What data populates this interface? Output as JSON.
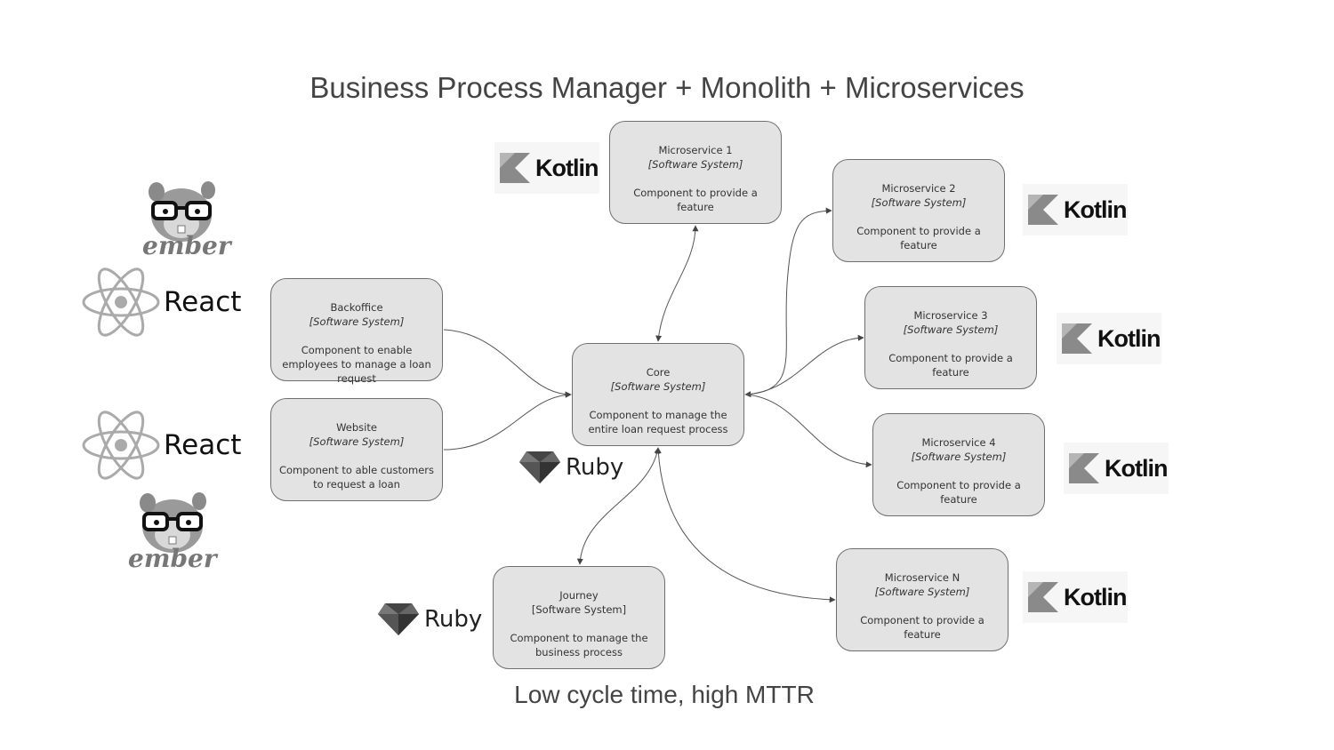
{
  "title": "Business Process Manager + Monolith + Microservices",
  "subtitle": "Low cycle time, high MTTR",
  "nodes": {
    "microservice1": {
      "name": "Microservice 1",
      "kind": "[Software System]",
      "desc": "Component to provide a feature"
    },
    "microservice2": {
      "name": "Microservice 2",
      "kind": "[Software System]",
      "desc": "Component to provide a feature"
    },
    "microservice3": {
      "name": "Microservice 3",
      "kind": "[Software System]",
      "desc": "Component to provide a feature"
    },
    "microservice4": {
      "name": "Microservice 4",
      "kind": "[Software System]",
      "desc": "Component to provide a feature"
    },
    "microserviceN": {
      "name": "Microservice N",
      "kind": "[Software System]",
      "desc": "Component to provide a feature"
    },
    "backoffice": {
      "name": "Backoffice",
      "kind": "[Software System]",
      "desc": "Component to enable employees to manage a loan request"
    },
    "website": {
      "name": "Website",
      "kind": "[Software System]",
      "desc": "Component to able customers to request a loan"
    },
    "core": {
      "name": "Core",
      "kind": "[Software System]",
      "desc": "Component to manage the entire loan request process"
    },
    "journey": {
      "name": "Journey",
      "kind": "[Software System]",
      "desc": "Component to manage the business process"
    }
  },
  "logos": {
    "kotlin": "Kotlin",
    "react": "React",
    "ruby": "Ruby",
    "ember": "ember"
  },
  "colors": {
    "box_fill": "#e3e3e3",
    "box_stroke": "#6f6f6f",
    "edge": "#555555"
  }
}
